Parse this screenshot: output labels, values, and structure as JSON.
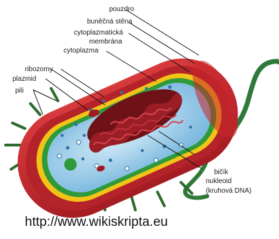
{
  "labels": {
    "pouzdro": "pouzdro",
    "bunecna_stena": "buněčná stěna",
    "cytoplazmaticka_1": "cytoplazmatická",
    "cytoplazmaticka_2": "membrána",
    "cytoplazma": "cytoplazma",
    "ribozomy": "ribozomy",
    "plazmid": "plazmid",
    "pili": "pili",
    "bicik": "bičík",
    "nukleoid": "nukleoid",
    "kruhova_dna": "(kruhová DNA)"
  },
  "source_text": "http://www.wikiskripta.eu",
  "colors": {
    "capsule": "#c0262b",
    "capsule_dark": "#8f1a1e",
    "cell_wall": "#f2c417",
    "membrane": "#2f9a3a",
    "cytoplasm": "#a9d6ef",
    "nucleoid": "#8a1c22",
    "flagellum": "#2f7a3a",
    "pili": "#2e6b2e"
  }
}
